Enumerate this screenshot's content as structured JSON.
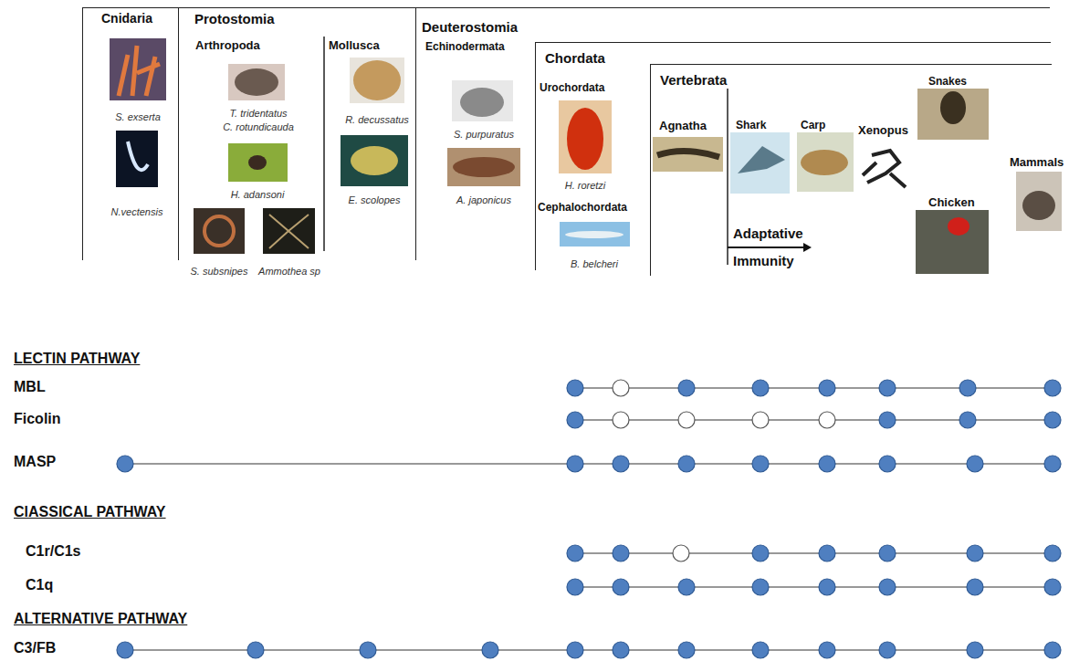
{
  "diagram": {
    "nodes": [
      {
        "text": [
          "Cnidaria"
        ]
      },
      {
        "text": [
          "Protostomia"
        ]
      },
      {
        "text": [
          "Deuterostomia"
        ]
      },
      {
        "text": [
          "Chordata"
        ],
        "in": 2
      },
      {
        "text": [
          "Vertebrata"
        ],
        "in": 3
      }
    ],
    "labels": [
      "S. exserta",
      "N.vectensis",
      "Arthropoda",
      "T. tridentatus",
      "C. rotundicauda",
      "H. adansoni",
      "S. subsnipes",
      "Ammothea sp",
      "Mollusca",
      "R. decussatus",
      "E. scolopes",
      "Echinodermata",
      "S. purpuratus",
      "A. japonicus",
      "Urochordata",
      "H. roretzi",
      "Cephalochordata",
      "B. belcheri",
      "Agnatha",
      "Shark",
      "Carp",
      "Xenopus",
      "Snakes",
      "Chicken",
      "Mammals",
      "Adaptative Immunity",
      "LECTIN PATHWAY",
      "MBL",
      "Ficolin",
      "MASP",
      "ClASSICAL PATHWAY",
      "C1r/C1s",
      "C1q",
      "ALTERNATIVE PATHWAY",
      "C3/FB"
    ]
  }
}
